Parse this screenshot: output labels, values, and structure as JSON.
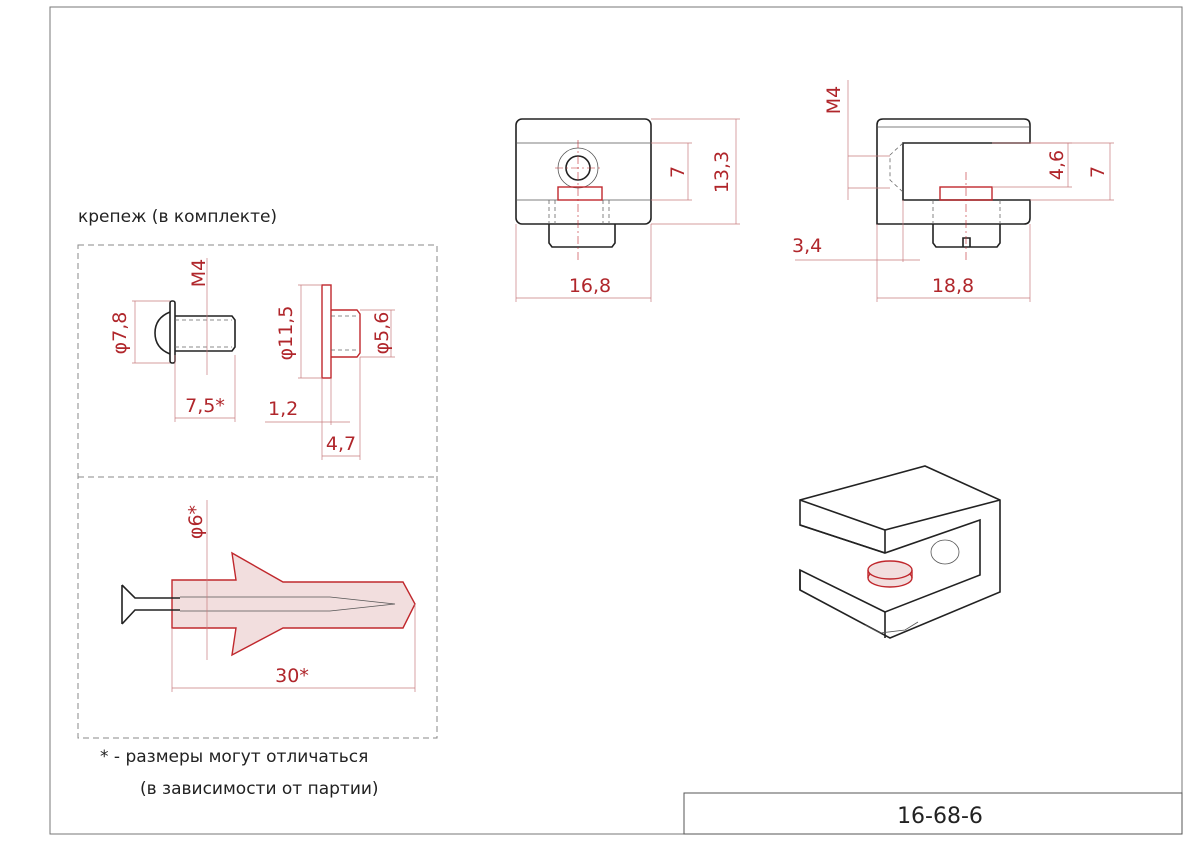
{
  "drawing": {
    "part_number": "16-68-6",
    "fasteners_caption": "крепеж (в комплекте)",
    "footnote_line1": "*  - размеры могут отличаться",
    "footnote_line2": "(в зависимости от партии)"
  },
  "front_view": {
    "width": "16,8",
    "slot_height": "7",
    "height": "13,3"
  },
  "side_view": {
    "thread": "M4",
    "inner": "4,6",
    "slot_height": "7",
    "wall": "3,4",
    "depth": "18,8"
  },
  "screw": {
    "head_dia": "φ7,8",
    "thread": "M4",
    "length": "7,5*"
  },
  "washer": {
    "outer_dia": "φ11,5",
    "collar_dia": "φ5,6",
    "thickness": "1,2",
    "total": "4,7"
  },
  "dowel": {
    "dia": "φ6*",
    "length": "30*"
  },
  "colors": {
    "dimension": "#b0262b",
    "outline": "#222222"
  }
}
